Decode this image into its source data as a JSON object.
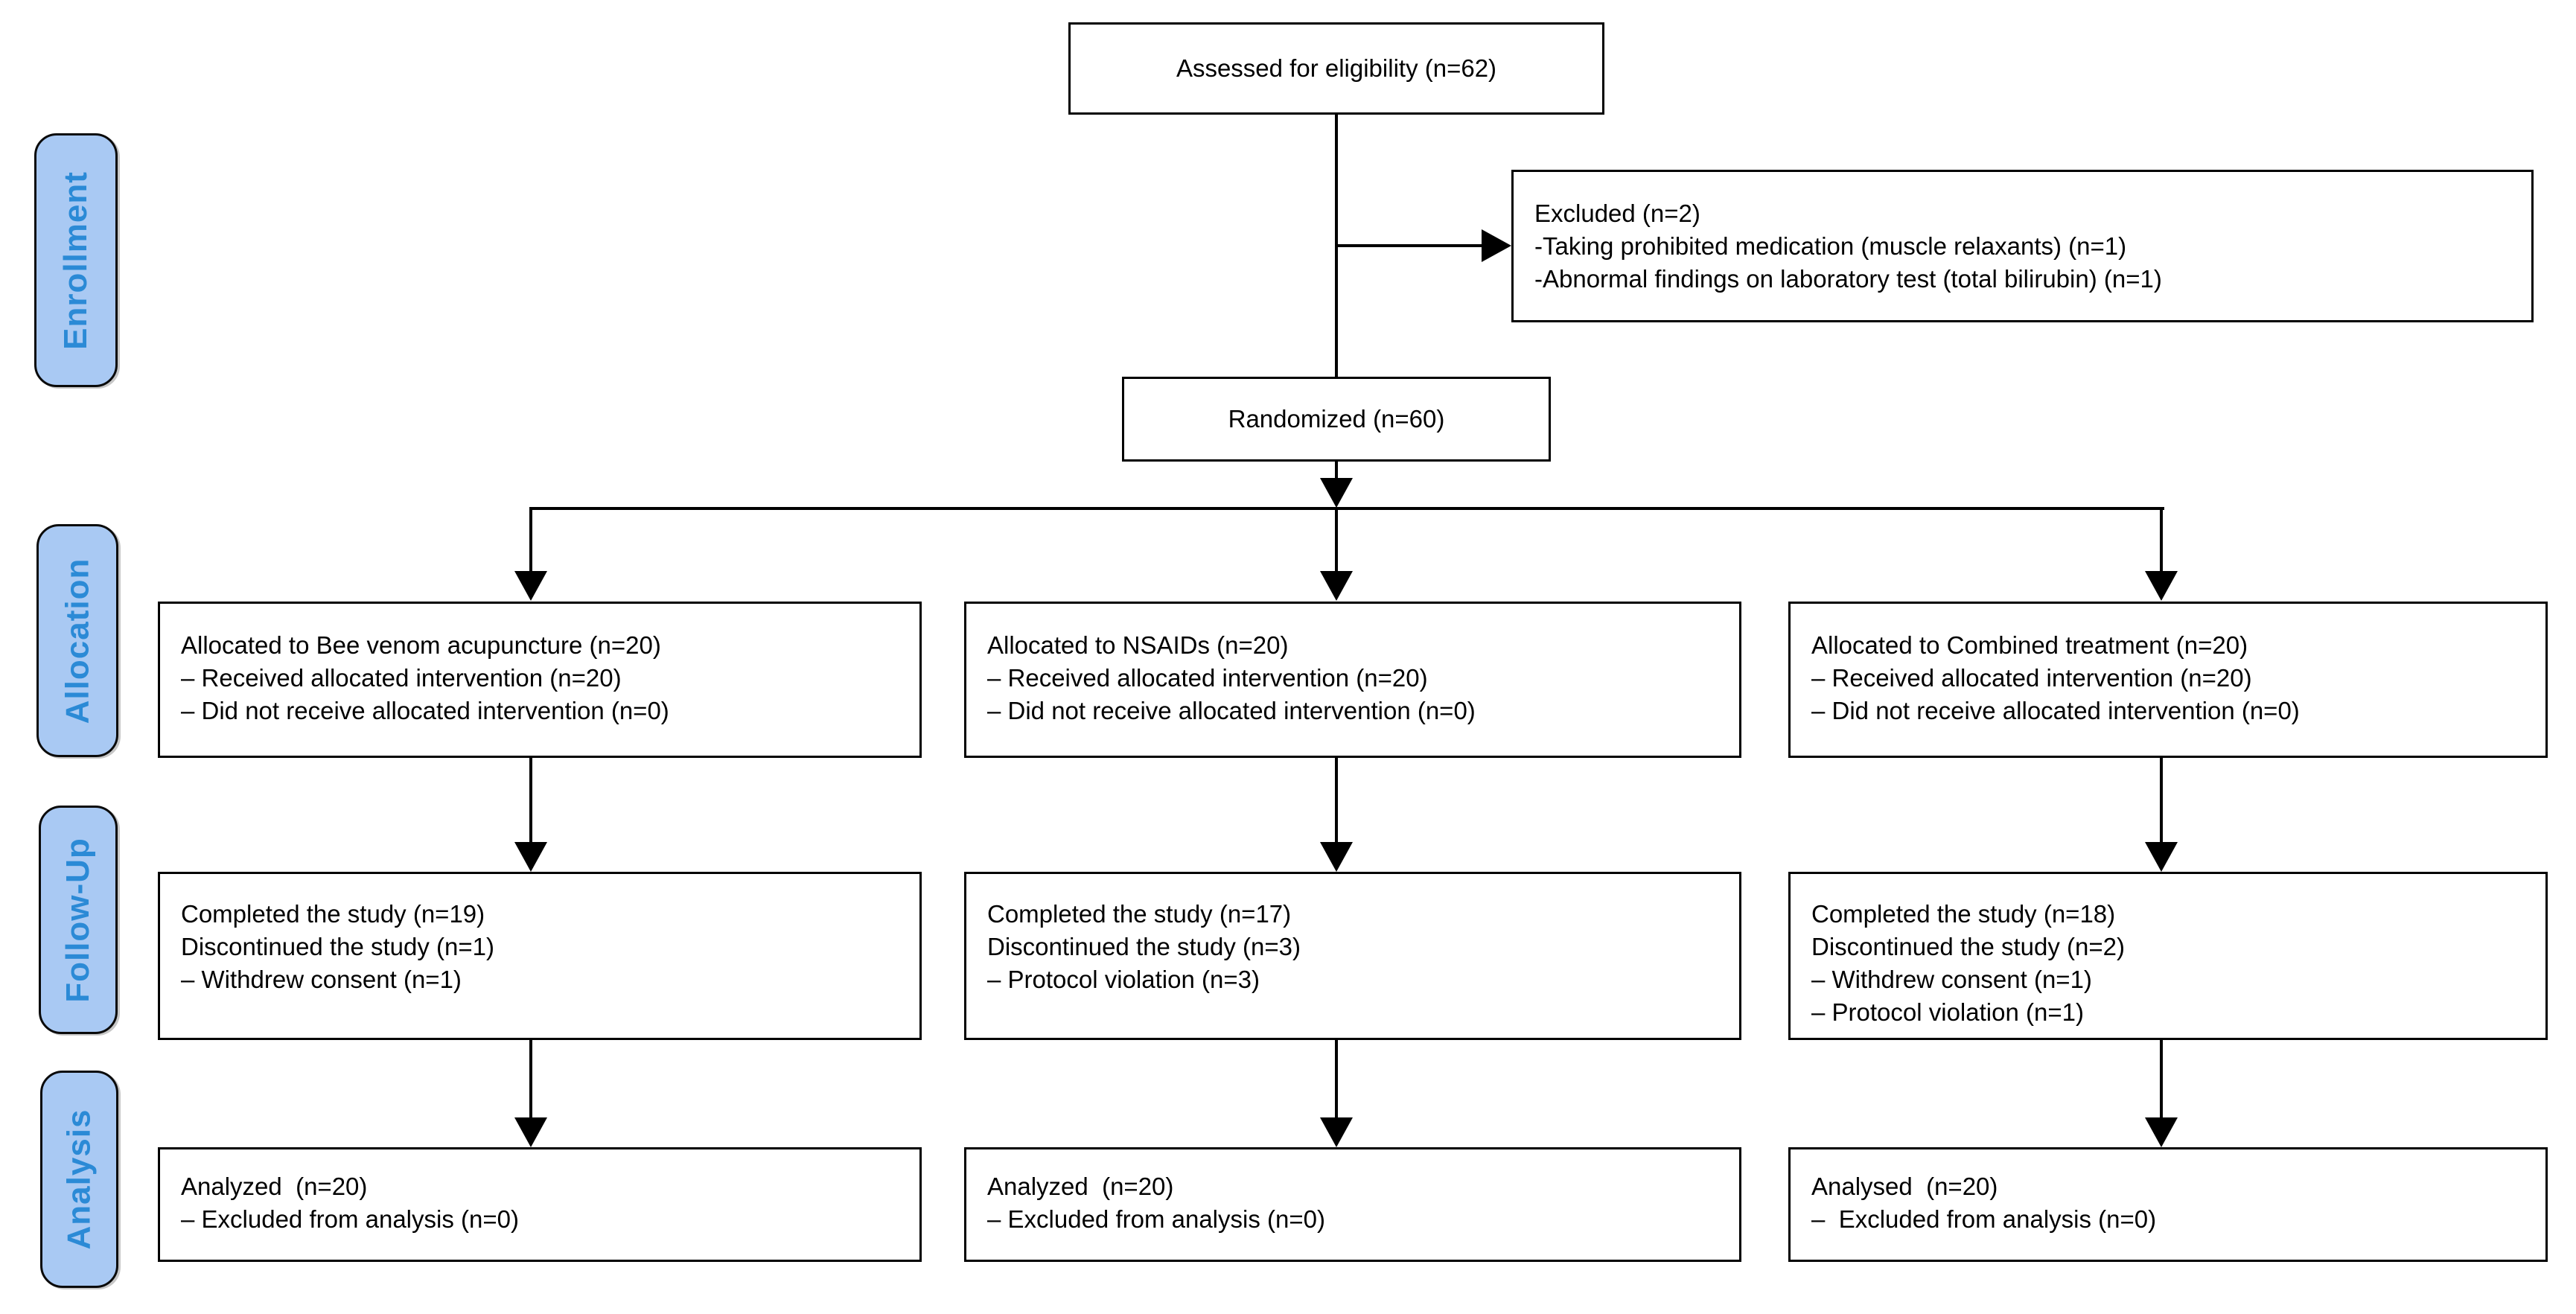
{
  "stages": [
    {
      "id": "enrollment",
      "label": "Enrollment"
    },
    {
      "id": "allocation",
      "label": "Allocation"
    },
    {
      "id": "follow_up",
      "label": "Follow-Up"
    },
    {
      "id": "analysis",
      "label": "Analysis"
    }
  ],
  "boxes": {
    "assessed": {
      "lines": [
        "Assessed for eligibility (n=62)"
      ]
    },
    "excluded": {
      "lines": [
        "Excluded (n=2)",
        "-Taking prohibited medication (muscle relaxants) (n=1)",
        "-Abnormal findings on laboratory test (total bilirubin) (n=1)"
      ]
    },
    "randomized": {
      "lines": [
        "Randomized (n=60)"
      ]
    },
    "alloc_bee": {
      "lines": [
        "Allocated to Bee venom acupuncture (n=20)",
        "– Received allocated intervention (n=20)",
        "– Did not receive allocated intervention (n=0)"
      ]
    },
    "alloc_nsaids": {
      "lines": [
        "Allocated to NSAIDs (n=20)",
        "– Received allocated intervention (n=20)",
        "– Did not receive allocated intervention (n=0)"
      ]
    },
    "alloc_combined": {
      "lines": [
        "Allocated to Combined treatment (n=20)",
        "– Received allocated intervention (n=20)",
        "– Did not receive allocated intervention (n=0)"
      ]
    },
    "followup_bee": {
      "lines": [
        "Completed the study (n=19)",
        "Discontinued the study (n=1)",
        "– Withdrew consent (n=1)"
      ]
    },
    "followup_nsaids": {
      "lines": [
        "Completed the study (n=17)",
        "Discontinued the study (n=3)",
        "– Protocol violation (n=3)"
      ]
    },
    "followup_combined": {
      "lines": [
        "Completed the study (n=18)",
        "Discontinued the study (n=2)",
        "– Withdrew consent (n=1)",
        "– Protocol violation (n=1)"
      ]
    },
    "analysis_bee": {
      "lines": [
        "Analyzed  (n=20)",
        "– Excluded from analysis (n=0)"
      ]
    },
    "analysis_nsaids": {
      "lines": [
        "Analyzed  (n=20)",
        "– Excluded from analysis (n=0)"
      ]
    },
    "analysis_combined": {
      "lines": [
        "Analysed  (n=20)",
        "–  Excluded from analysis (n=0)"
      ]
    }
  },
  "colors": {
    "stage_fill": "#a9c9f3",
    "stage_text": "#2b8ad6",
    "box_fill": "#ffffff",
    "box_border": "#000000",
    "connector": "#000000"
  }
}
